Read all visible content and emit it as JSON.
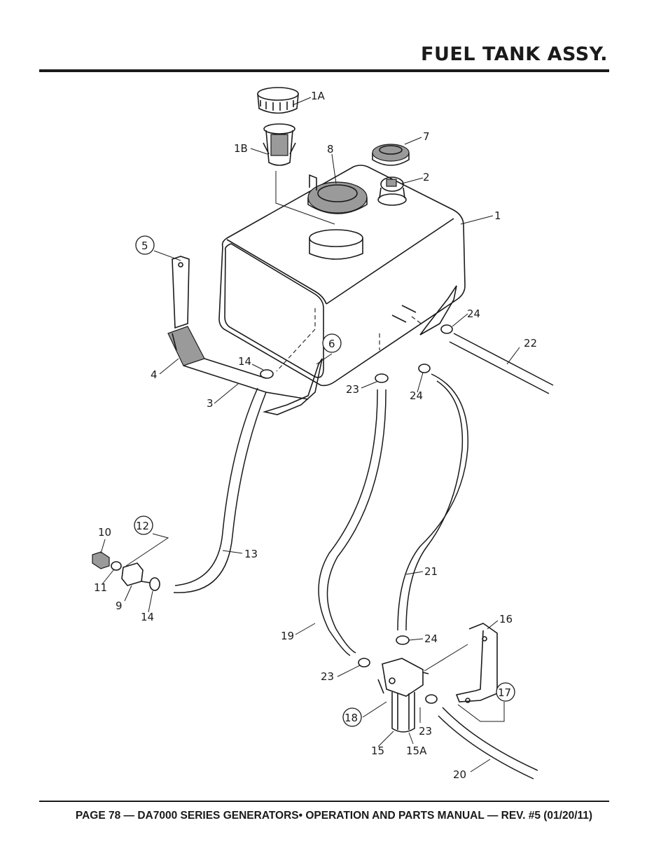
{
  "header": {
    "title": "FUEL TANK ASSY."
  },
  "footer": {
    "text": "PAGE 78 — DA7000 SERIES GENERATORS• OPERATION AND PARTS MANUAL — REV. #5 (01/20/11)"
  },
  "callouts": {
    "c1A": "1A",
    "c1B": "1B",
    "c1": "1",
    "c2": "2",
    "c3": "3",
    "c4": "4",
    "c5": "5",
    "c6": "6",
    "c7": "7",
    "c8": "8",
    "c9": "9",
    "c10": "10",
    "c11": "11",
    "c12": "12",
    "c13": "13",
    "c14a": "14",
    "c14b": "14",
    "c15": "15",
    "c15A": "15A",
    "c16": "16",
    "c17": "17",
    "c18": "18",
    "c19": "19",
    "c20": "20",
    "c21": "21",
    "c22": "22",
    "c23a": "23",
    "c23b": "23",
    "c23c": "23",
    "c24a": "24",
    "c24b": "24",
    "c24c": "24"
  }
}
